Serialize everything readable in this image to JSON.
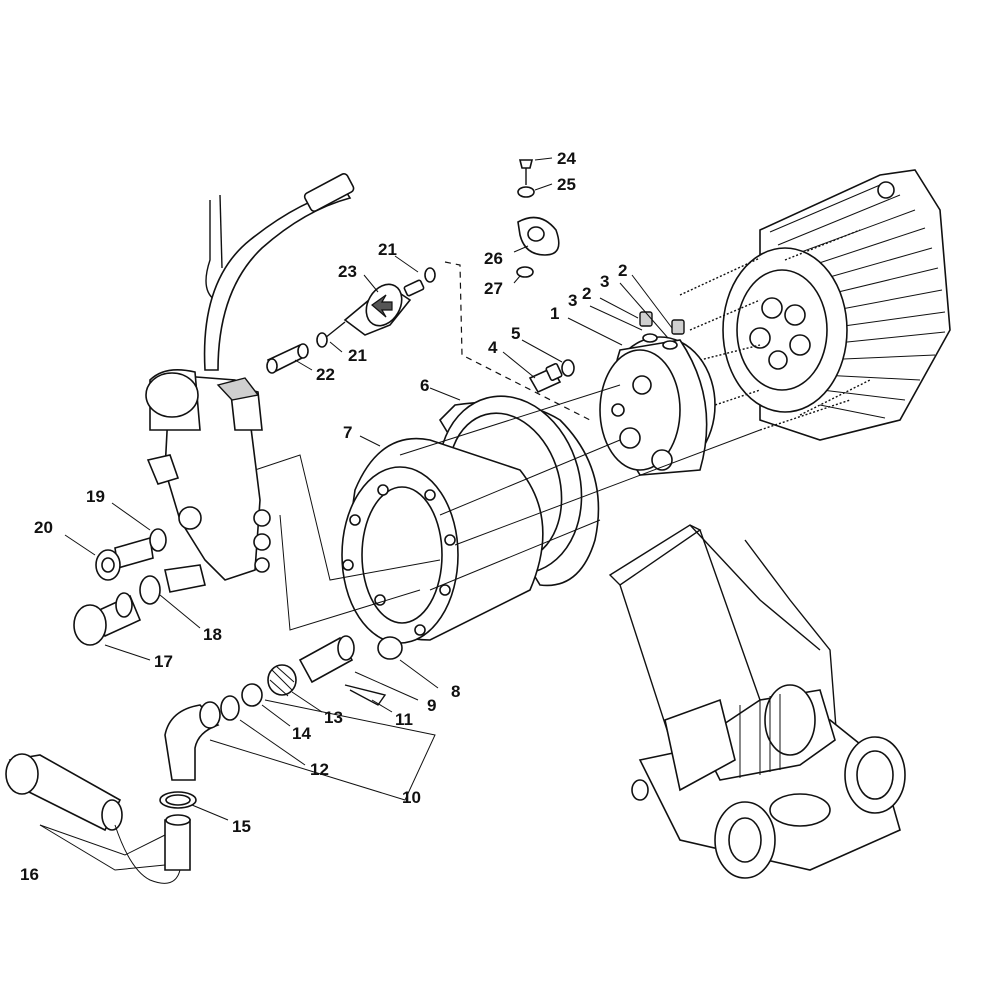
{
  "callouts": [
    {
      "id": "c1",
      "label": "1"
    },
    {
      "id": "c2a",
      "label": "2"
    },
    {
      "id": "c2b",
      "label": "2"
    },
    {
      "id": "c3a",
      "label": "3"
    },
    {
      "id": "c3b",
      "label": "3"
    },
    {
      "id": "c4",
      "label": "4"
    },
    {
      "id": "c5",
      "label": "5"
    },
    {
      "id": "c6",
      "label": "6"
    },
    {
      "id": "c7",
      "label": "7"
    },
    {
      "id": "c8",
      "label": "8"
    },
    {
      "id": "c9",
      "label": "9"
    },
    {
      "id": "c10",
      "label": "10"
    },
    {
      "id": "c11",
      "label": "11"
    },
    {
      "id": "c12",
      "label": "12"
    },
    {
      "id": "c13",
      "label": "13"
    },
    {
      "id": "c14",
      "label": "14"
    },
    {
      "id": "c15",
      "label": "15"
    },
    {
      "id": "c16",
      "label": "16"
    },
    {
      "id": "c17",
      "label": "17"
    },
    {
      "id": "c18",
      "label": "18"
    },
    {
      "id": "c19",
      "label": "19"
    },
    {
      "id": "c20",
      "label": "20"
    },
    {
      "id": "c21a",
      "label": "21"
    },
    {
      "id": "c21b",
      "label": "21"
    },
    {
      "id": "c22",
      "label": "22"
    },
    {
      "id": "c23",
      "label": "23"
    },
    {
      "id": "c24",
      "label": "24"
    },
    {
      "id": "c25",
      "label": "25"
    },
    {
      "id": "c26",
      "label": "26"
    },
    {
      "id": "c27",
      "label": "27"
    }
  ]
}
